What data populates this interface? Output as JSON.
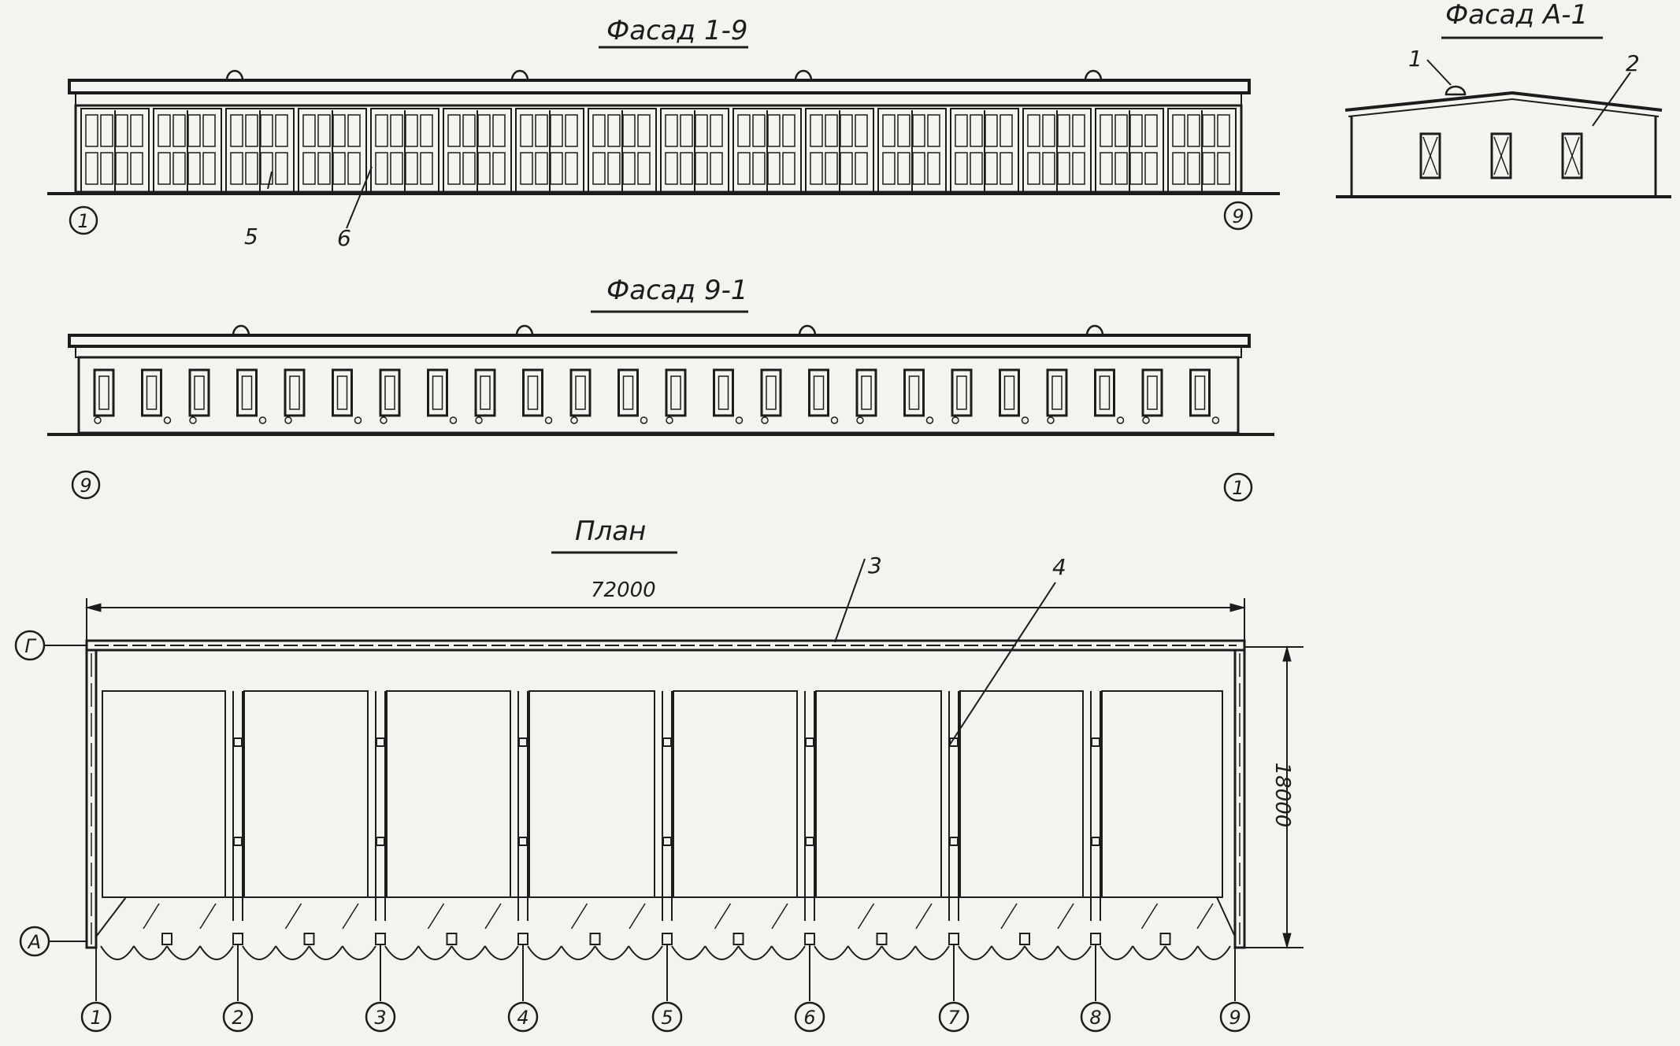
{
  "colors": {
    "ink": "#1c1c1c",
    "paper": "#f4f3ef"
  },
  "facade_1_9": {
    "title": "Фасад 1-9",
    "axis_left": "1",
    "axis_right": "9",
    "callouts": [
      "5",
      "6"
    ]
  },
  "facade_A_1": {
    "title": "Фасад А-1",
    "callouts": [
      "1",
      "2"
    ]
  },
  "facade_9_1": {
    "title": "Фасад 9-1",
    "axis_left": "9",
    "axis_right": "1"
  },
  "plan": {
    "title": "План",
    "length_dim": "72000",
    "width_dim": "18000",
    "row_axes": [
      "Г",
      "А"
    ],
    "column_axes": [
      "1",
      "2",
      "3",
      "4",
      "5",
      "6",
      "7",
      "8",
      "9"
    ],
    "callouts": [
      "3",
      "4"
    ]
  }
}
